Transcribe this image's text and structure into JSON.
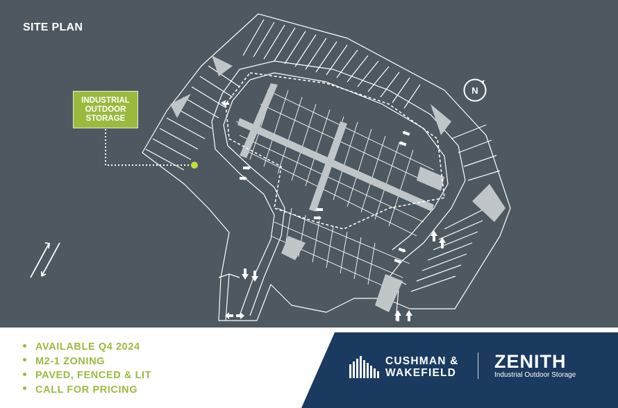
{
  "map": {
    "title": "SITE PLAN",
    "ios_label": "INDUSTRIAL OUTDOOR STORAGE",
    "north_icon": "north-compass-icon",
    "arrows_icon": "traffic-direction-icon",
    "colors": {
      "background": "#4d5860",
      "lines": "#ffffff",
      "paving": "#c0c5c8",
      "highlight": "#9aba3e"
    }
  },
  "north_letter": "N",
  "bullets": [
    "AVAILABLE Q4 2024",
    "M2-1 ZONING",
    "PAVED, FENCED & LIT",
    "CALL FOR PRICING"
  ],
  "brand": {
    "cw_line1": "CUSHMAN &",
    "cw_line2": "WAKEFIELD",
    "zenith_name": "ZENITH",
    "zenith_tagline": "Industrial Outdoor Storage",
    "colors": {
      "panel": "#1b3a5f",
      "text": "#ffffff",
      "accent": "#9aba3e"
    }
  }
}
